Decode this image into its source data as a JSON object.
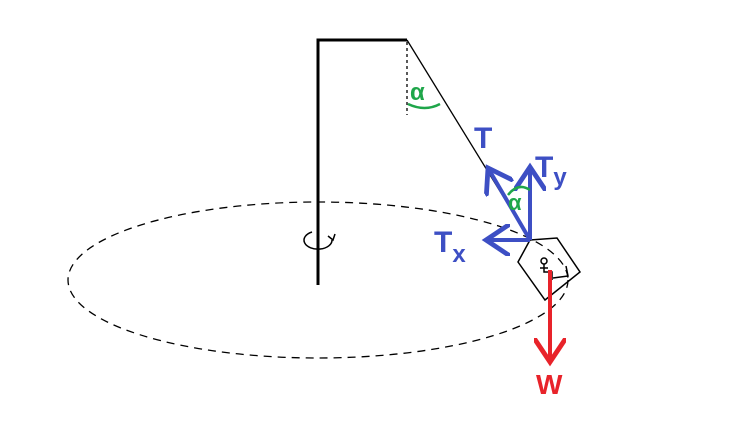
{
  "labels": {
    "tension": "T",
    "tension_y_main": "T",
    "tension_y_sub": "y",
    "tension_x_main": "T",
    "tension_x_sub": "x",
    "weight": "W",
    "angle_top": "α",
    "angle_vector": "α"
  },
  "colors": {
    "force_blue": "#3d4fc4",
    "weight_red": "#e8232a",
    "angle_green": "#1fa64a",
    "line_black": "#000000"
  }
}
